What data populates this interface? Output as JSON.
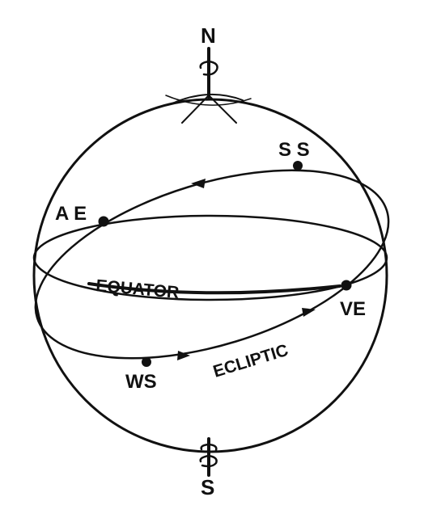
{
  "diagram": {
    "labels": {
      "north": "N",
      "south": "S",
      "summer_solstice": "S S",
      "autumnal_equinox": "A E",
      "vernal_equinox": "VE",
      "winter_solstice": "WS",
      "equator": "EQUATOR",
      "ecliptic": "ECLIPTIC"
    },
    "colors": {
      "ink": "#111111",
      "paper": "#ffffff"
    },
    "icons": [
      "rotation-arrow-icon",
      "direction-arrow-icon"
    ]
  }
}
